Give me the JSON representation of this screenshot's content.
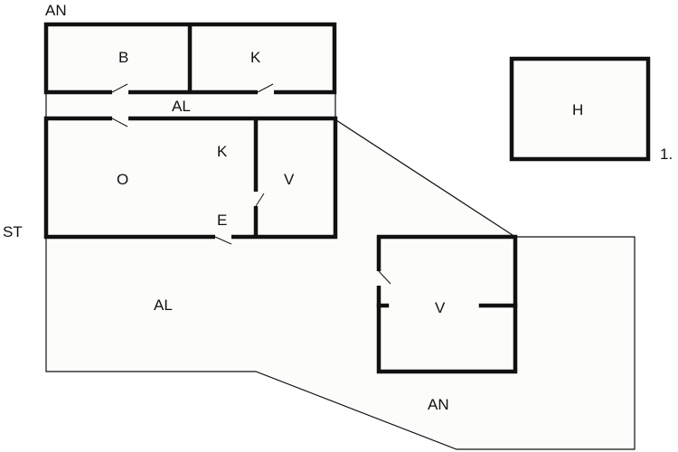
{
  "labels": {
    "an_top": "AN",
    "b": "B",
    "k_top": "K",
    "al_corridor": "AL",
    "k_mid": "K",
    "o": "O",
    "v_main": "V",
    "e": "E",
    "st": "ST",
    "al_bottom": "AL",
    "v_separate": "V",
    "an_bottom": "AN",
    "h": "H",
    "one": "1."
  },
  "colors": {
    "wall": "#111111",
    "fill": "#fcfcfa",
    "background": "#ffffff"
  }
}
